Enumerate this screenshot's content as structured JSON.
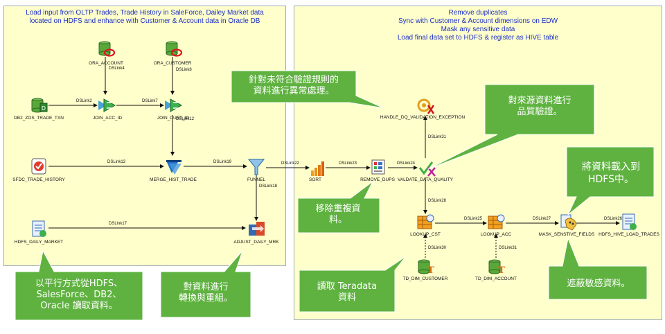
{
  "colors": {
    "panel_fill": "#ffffcc",
    "title_text": "#1a2ec8",
    "callout_fill": "#5fb240",
    "link": "#111111"
  },
  "panels": {
    "left_title": "Load input from OLTP Trades, Trade History in SaleForce, Dailey Market data\nlocated on HDFS and enhance with Customer & Account data in Oracle DB",
    "right_title": "Remove duplicates\nSync with Customer & Account dimensions on EDW\nMask any sensitive data\nLoad final data set to HDFS & register as HIVE table"
  },
  "stages": {
    "ora_account": {
      "label": "ORA_ACCOUNT",
      "icon": "oracle-db-icon"
    },
    "ora_customer": {
      "label": "ORA_CUSTOMER",
      "icon": "oracle-db-icon"
    },
    "db2_zos_trade_txn": {
      "label": "DB2_ZOS_TRADE_TXN",
      "icon": "db2-db-icon"
    },
    "join_acc_id": {
      "label": "JOIN_ACC_ID",
      "icon": "join-icon"
    },
    "join_cust_id": {
      "label": "JOIN_CUST_ID",
      "icon": "join-icon"
    },
    "sfdc_trade_history": {
      "label": "SFDC_TRADE_HISTORY",
      "icon": "salesforce-icon"
    },
    "merge_hist_trade": {
      "label": "MERGE_HIST_TRADE",
      "icon": "merge-icon"
    },
    "funnel": {
      "label": "FUNNEL",
      "icon": "funnel-icon"
    },
    "hdfs_daily_market": {
      "label": "HDFS_DAILY_MARKET",
      "icon": "hdfs-file-icon"
    },
    "adjust_daily_mrk": {
      "label": "ADJUST_DAILY_MRK",
      "icon": "transformer-icon"
    },
    "sort": {
      "label": "SORT",
      "icon": "sort-icon"
    },
    "remove_dups": {
      "label": "REMOVE_DUPS",
      "icon": "remove-duplicates-icon"
    },
    "validate_data_quality": {
      "label": "VALDATE_DATA_QUALITY",
      "icon": "validate-icon"
    },
    "handle_dq_exception": {
      "label": "HANDLE_DQ_VALIDATION_EXCEPTION",
      "icon": "exception-handler-icon"
    },
    "lookup_cst": {
      "label": "LOOKUP_CST",
      "icon": "lookup-icon"
    },
    "lookup_acc": {
      "label": "LOOKUP_ACC",
      "icon": "lookup-icon"
    },
    "mask_sensitive_fields": {
      "label": "MASK_SENSTIVE_FIELDS",
      "icon": "mask-icon"
    },
    "hdfs_hive_load_trades": {
      "label": "HDFS_HIVE_LOAD_TRADES",
      "icon": "hdfs-file-icon"
    },
    "td_dim_customer": {
      "label": "TD_DIM_CUSTOMER",
      "icon": "teradata-db-icon"
    },
    "td_dim_account": {
      "label": "TD_DIM_ACCOUNT",
      "icon": "teradata-db-icon"
    }
  },
  "links": {
    "dslink4": "DSLink4",
    "dslink8": "DSLink8",
    "dslink2": "DSLink2",
    "dslink7": "DSLink7",
    "dslink12": "DSLink12",
    "dslink13": "DSLink13",
    "dslink19": "DSLink19",
    "dslink18": "DSLink18",
    "dslink17": "DSLink17",
    "dslink22": "DSLink22",
    "dslink23": "DSLink23",
    "dslink24": "DSLink24",
    "dslink31": "DSLink31",
    "dslink28": "DSLink28",
    "dslink25": "DSLink25",
    "dslink27": "DSLink27",
    "dslink26": "DSLink26",
    "dslink30": "DSLink30",
    "dslink31b": "DSLink31"
  },
  "callouts": {
    "parallel_read": "以平行方式從HDFS、\nSalesForce、DB2、\nOracle 讀取資料。",
    "transform": "對資料進行\n轉換與重組。",
    "exception": "針對未符合驗證規則的\n資料進行異常處理。",
    "quality": "對來源資料進行\n品質驗證。",
    "dedupe": "移除重複資\n料。",
    "teradata": "讀取 Teradata\n資料",
    "load_hdfs": "將資料載入到\nHDFS中。",
    "mask": "遮蔽敏感資料。"
  }
}
